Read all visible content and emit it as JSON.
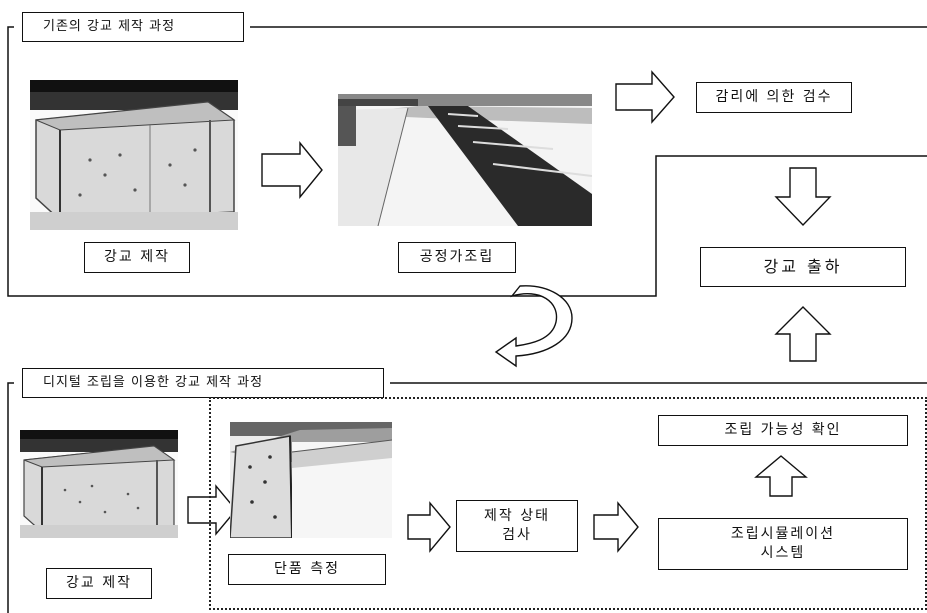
{
  "top_section": {
    "title": "기존의 강교 제작 과정",
    "step1_label": "강교 제작",
    "step2_label": "공정가조립",
    "inspection_label": "감리에 의한 검수"
  },
  "shipment_label": "강교 출하",
  "bottom_section": {
    "title": "디지털 조립을 이용한 강교 제작 과정",
    "step1_label": "강교 제작",
    "measure_label": "단품 측정",
    "status_check_label": "제작 상태\n검사",
    "simulation_label": "조립시뮬레이션\n시스템",
    "feasibility_label": "조립 가능성 확인"
  }
}
